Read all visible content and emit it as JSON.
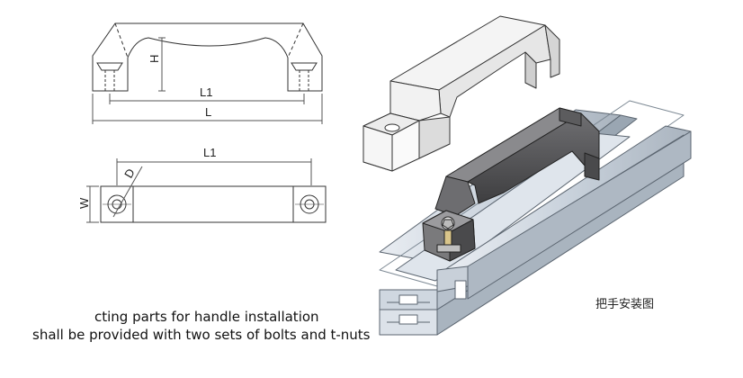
{
  "labels": {
    "height": "H",
    "length_inner_top": "L1",
    "length_overall": "L",
    "length_inner_plan": "L1",
    "diameter": "D",
    "width": "W"
  },
  "caption_cn": "把手安装图",
  "caption_line1": "cting parts for handle installation",
  "caption_line2": "shall be provided with two sets of bolts and t-nuts"
}
